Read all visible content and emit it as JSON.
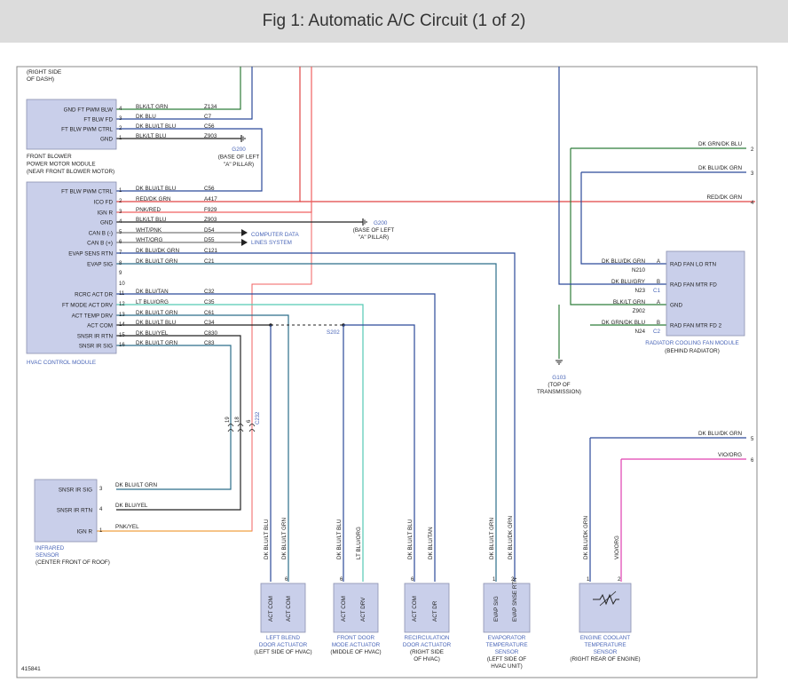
{
  "title": "Fig 1: Automatic A/C Circuit (1 of 2)",
  "figure_id": "415841",
  "top_note": [
    "(RIGHT SIDE",
    "OF DASH)"
  ],
  "colors": {
    "box_fill": "#c9cfea",
    "box_stroke": "#8a8fb0",
    "blue_text": "#4a66b8",
    "wire_blue": "#2c4a9a",
    "wire_green": "#2f7d3a",
    "wire_red": "#e04545",
    "wire_pink_red": "#f06060",
    "wire_lightblue_green": "#2c6e8a",
    "wire_teal": "#55c9b4",
    "wire_orange": "#f0a040",
    "wire_magenta": "#e040b0",
    "wire_black": "#222222"
  },
  "blower_module": {
    "pins": [
      {
        "num": "4",
        "name": "GND FT PWM BLW",
        "color": "BLK/LT GRN",
        "circuit": "Z134"
      },
      {
        "num": "3",
        "name": "FT BLW FD",
        "color": "DK BLU",
        "circuit": "C7"
      },
      {
        "num": "2",
        "name": "FT BLW PWM CTRL",
        "color": "DK BLU/LT BLU",
        "circuit": "C56"
      },
      {
        "num": "1",
        "name": "GND",
        "color": "BLK/LT BLU",
        "circuit": "Z903"
      }
    ],
    "label": [
      "FRONT BLOWER",
      "POWER MOTOR MODULE",
      "(NEAR FRONT BLOWER MOTOR)"
    ],
    "ground_label": [
      "G200",
      "(BASE OF LEFT",
      "\"A\" PILLAR)"
    ]
  },
  "hvac_module": {
    "pins": [
      {
        "num": "1",
        "name": "FT BLW PWM CTRL",
        "color": "DK BLU/LT BLU",
        "circuit": "C56"
      },
      {
        "num": "2",
        "name": "ICO FD",
        "color": "RED/DK GRN",
        "circuit": "A417"
      },
      {
        "num": "3",
        "name": "IGN R",
        "color": "PNK/RED",
        "circuit": "F929"
      },
      {
        "num": "4",
        "name": "GND",
        "color": "BLK/LT BLU",
        "circuit": "Z903"
      },
      {
        "num": "5",
        "name": "CAN B (-)",
        "color": "WHT/PNK",
        "circuit": "D54"
      },
      {
        "num": "6",
        "name": "CAN B (+)",
        "color": "WHT/ORG",
        "circuit": "D55"
      },
      {
        "num": "7",
        "name": "EVAP SENS RTN",
        "color": "DK BLU/DK GRN",
        "circuit": "C121"
      },
      {
        "num": "8",
        "name": "EVAP SIG",
        "color": "DK BLU/LT GRN",
        "circuit": "C21"
      },
      {
        "num": "9",
        "name": "",
        "color": "",
        "circuit": ""
      },
      {
        "num": "10",
        "name": "",
        "color": "",
        "circuit": ""
      },
      {
        "num": "11",
        "name": "RCRC ACT DR",
        "color": "DK BLU/TAN",
        "circuit": "C32"
      },
      {
        "num": "12",
        "name": "FT MODE ACT DRV",
        "color": "LT BLU/ORG",
        "circuit": "C35"
      },
      {
        "num": "13",
        "name": "ACT TEMP DRV",
        "color": "DK BLU/LT GRN",
        "circuit": "C61"
      },
      {
        "num": "14",
        "name": "ACT COM",
        "color": "DK BLU/LT BLU",
        "circuit": "C34"
      },
      {
        "num": "15",
        "name": "SNSR IR RTN",
        "color": "DK BLU/YEL",
        "circuit": "C830"
      },
      {
        "num": "16",
        "name": "SNSR IR SIG",
        "color": "DK BLU/LT GRN",
        "circuit": "C83"
      }
    ],
    "label": "HVAC CONTROL MODULE",
    "ground_label": [
      "G200",
      "(BASE OF LEFT",
      "\"A\" PILLAR)"
    ],
    "can_label": [
      "COMPUTER DATA",
      "LINES SYSTEM"
    ],
    "splice_label": "S202"
  },
  "right_wires": [
    {
      "color": "DK GRN/DK BLU",
      "num": "2"
    },
    {
      "color": "DK BLU/DK GRN",
      "num": "3"
    },
    {
      "color": "RED/DK GRN",
      "num": "4"
    },
    {
      "color": "DK BLU/DK GRN",
      "num": "5"
    },
    {
      "color": "VIO/ORG",
      "num": "6"
    }
  ],
  "radiator_module": {
    "pins": [
      {
        "name": "RAD FAN LO RTN",
        "pin": "A",
        "color": "DK BLU/DK GRN",
        "circuit": "N210"
      },
      {
        "name": "RAD FAN MTR FD",
        "pin": "B",
        "color": "DK BLU/GRY",
        "circuit": "N23",
        "conn": "C1"
      },
      {
        "name": "GND",
        "pin": "A",
        "color": "BLK/LT GRN",
        "circuit": "Z902"
      },
      {
        "name": "RAD FAN MTR FD 2",
        "pin": "B",
        "color": "DK GRN/DK BLU",
        "circuit": "N24",
        "conn": "C2"
      }
    ],
    "label": [
      "RADIATOR COOLING FAN MODULE",
      "(BEHIND RADIATOR)"
    ],
    "ground_label": [
      "G103",
      "(TOP OF",
      "TRANSMISSION)"
    ]
  },
  "ir_sensor": {
    "pins": [
      {
        "num": "3",
        "name": "SNSR IR SIG",
        "color": "DK BLU/LT GRN"
      },
      {
        "num": "4",
        "name": "SNSR IR RTN",
        "color": "DK BLU/YEL"
      },
      {
        "num": "1",
        "name": "IGN R",
        "color": "PNK/YEL"
      }
    ],
    "label": [
      "INFRARED",
      "SENSOR",
      "(CENTER FRONT OF ROOF)"
    ]
  },
  "connector_pins": [
    "19",
    "18",
    "6"
  ],
  "connector_wire_label": "C232",
  "actuators": [
    {
      "pins": [
        "ACT COM",
        "ACT COM"
      ],
      "nums": [
        "",
        "6"
      ],
      "wires": [
        "DK BLU/LT BLU",
        "DK BLU/LT GRN"
      ],
      "label": [
        "LEFT BLEND",
        "DOOR ACTUATOR",
        "(LEFT SIDE OF HVAC)"
      ]
    },
    {
      "pins": [
        "ACT COM",
        "ACT DRV"
      ],
      "nums": [
        "6",
        ""
      ],
      "wires": [
        "DK BLU/LT BLU",
        "LT BLU/ORG"
      ],
      "label": [
        "FRONT DOOR",
        "MODE ACTUATOR",
        "(MIDDLE OF HVAC)"
      ]
    },
    {
      "pins": [
        "ACT COM",
        "ACT DR"
      ],
      "nums": [
        "6",
        ""
      ],
      "wires": [
        "DK BLU/LT BLU",
        "DK BLU/TAN"
      ],
      "label": [
        "RECIRCULATION",
        "DOOR ACTUATOR",
        "(RIGHT SIDE",
        "OF HVAC)"
      ]
    },
    {
      "pins": [
        "EVAP SIG",
        "EVAP SNSE RTN"
      ],
      "nums": [
        "1",
        "2"
      ],
      "wires": [
        "DK BLU/LT GRN",
        "DK BLU/DK GRN"
      ],
      "label": [
        "EVAPORATOR",
        "TEMPERATURE",
        "SENSOR",
        "(LEFT SIDE OF",
        "HVAC UNIT)"
      ]
    },
    {
      "pins": [],
      "nums": [
        "1",
        "2"
      ],
      "wires": [
        "DK BLU/DK GRN",
        "VIO/ORG"
      ],
      "label": [
        "ENGINE COOLANT",
        "TEMPERATURE",
        "SENSOR",
        "(RIGHT REAR OF ENGINE)"
      ]
    }
  ]
}
